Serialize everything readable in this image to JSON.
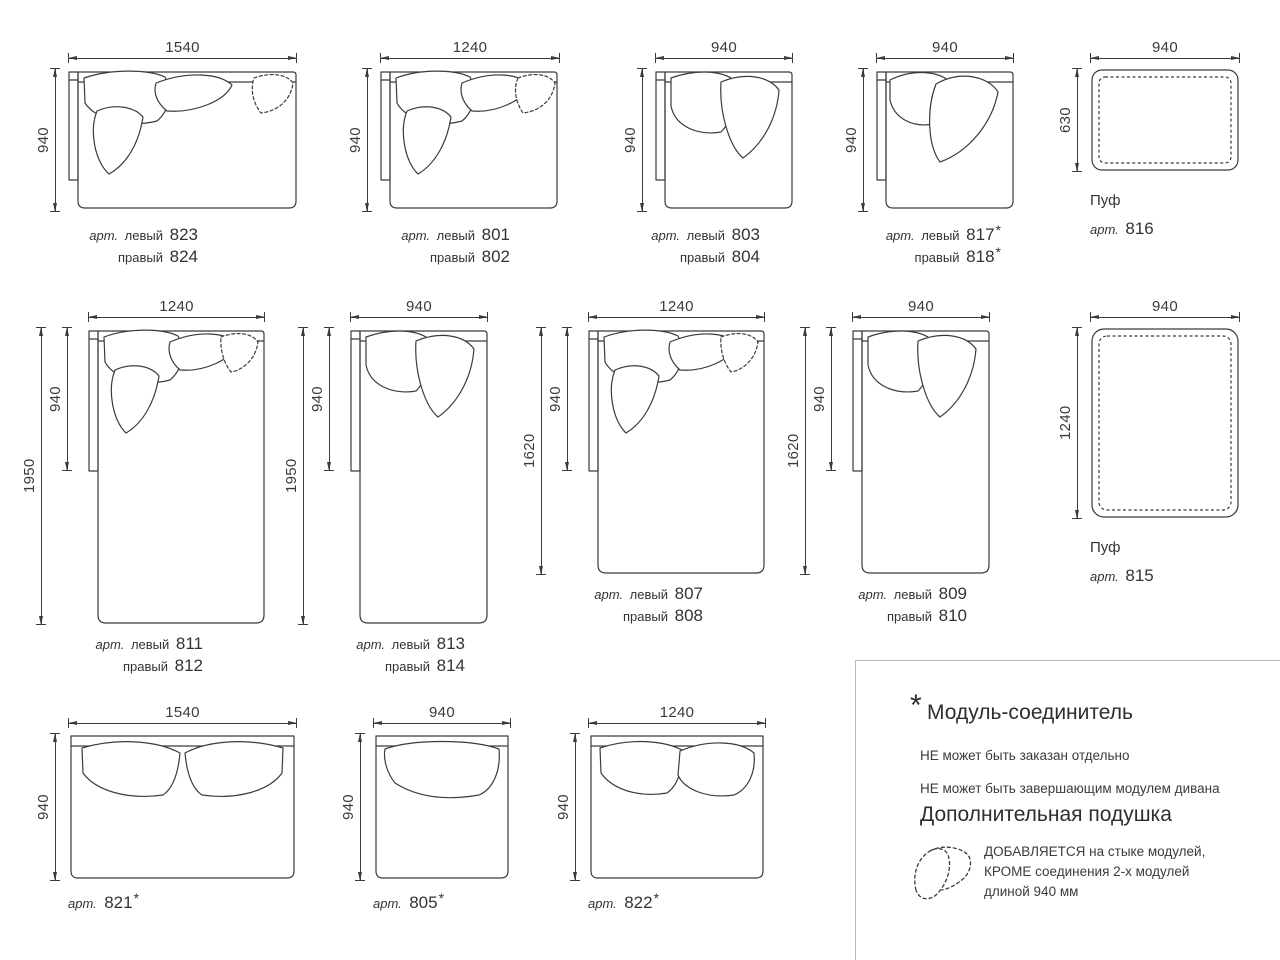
{
  "colors": {
    "line_art": "#3b3b3b",
    "panel_border": "#b9b9b9",
    "background": "#ffffff"
  },
  "labels": {
    "art": "арт.",
    "left": "левый",
    "right": "правый",
    "star": "*",
    "pouf": "Пуф"
  },
  "modules": {
    "m823": {
      "dim_w": "1540",
      "dim_h": "940",
      "left_num": "823",
      "right_num": "824"
    },
    "m801": {
      "dim_w": "1240",
      "dim_h": "940",
      "left_num": "801",
      "right_num": "802"
    },
    "m803": {
      "dim_w": "940",
      "dim_h": "940",
      "left_num": "803",
      "right_num": "804"
    },
    "m817": {
      "dim_w": "940",
      "dim_h": "940",
      "left_num": "817",
      "right_num": "818"
    },
    "p816": {
      "dim_w": "940",
      "dim_h": "630",
      "art_num": "816"
    },
    "m811": {
      "dim_w": "1240",
      "dim_inner": "940",
      "dim_outer": "1950",
      "left_num": "811",
      "right_num": "812"
    },
    "m813": {
      "dim_w": "940",
      "dim_inner": "940",
      "dim_outer": "1950",
      "left_num": "813",
      "right_num": "814"
    },
    "m807": {
      "dim_w": "1240",
      "dim_inner": "940",
      "dim_outer": "1620",
      "left_num": "807",
      "right_num": "808"
    },
    "m809": {
      "dim_w": "940",
      "dim_inner": "940",
      "dim_outer": "1620",
      "left_num": "809",
      "right_num": "810"
    },
    "p815": {
      "dim_w": "940",
      "dim_h": "1240",
      "art_num": "815"
    },
    "m821": {
      "dim_w": "1540",
      "dim_h": "940",
      "art_num": "821"
    },
    "m805": {
      "dim_w": "940",
      "dim_h": "940",
      "art_num": "805"
    },
    "m822": {
      "dim_w": "1240",
      "dim_h": "940",
      "art_num": "822"
    }
  },
  "legend": {
    "star": "*",
    "connector_title": "Модуль-соединитель",
    "connector_note1": "НЕ может быть заказан отдельно",
    "connector_note2": "НЕ может быть завершающим модулем дивана",
    "pillow_title": "Дополнительная подушка",
    "pillow_note_line1": "ДОБАВЛЯЕТСЯ на стыке модулей,",
    "pillow_note_line2": "КРОМЕ соединения 2-х модулей",
    "pillow_note_line3": "длиной 940 мм"
  }
}
